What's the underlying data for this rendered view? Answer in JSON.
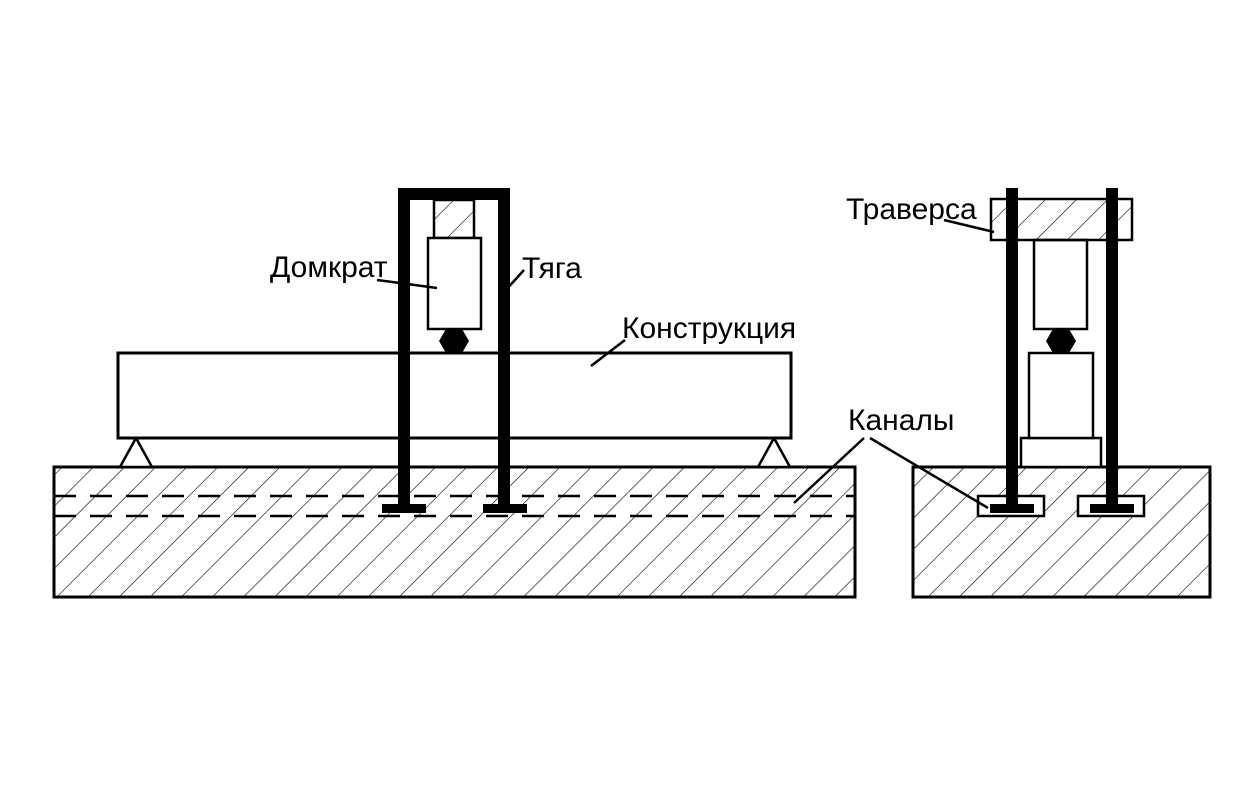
{
  "labels": {
    "jack": "Домкрат",
    "rod": "Тяга",
    "structure": "Конструкция",
    "traverse": "Траверса",
    "channels": "Каналы"
  },
  "colors": {
    "line": "#000000",
    "background": "#ffffff"
  }
}
